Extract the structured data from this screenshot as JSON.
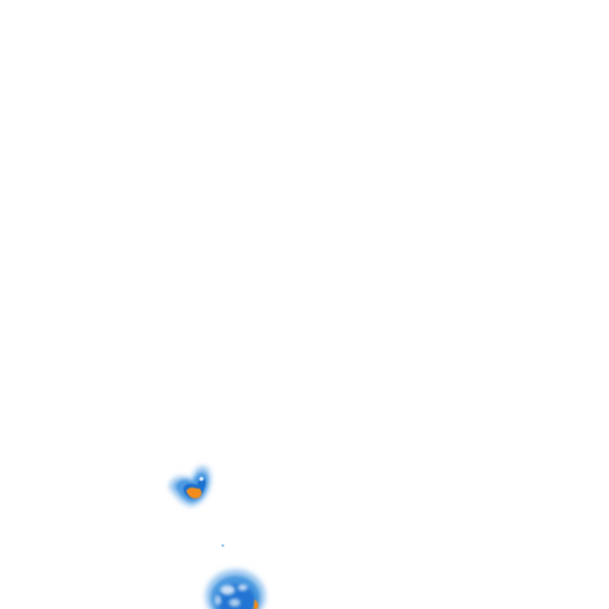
{
  "scene": {
    "background_color": "#ffffff",
    "blob_colors": {
      "light_blue": "#9cc8f0",
      "mid_blue": "#4a98e0",
      "deep_blue": "#1f6fd0",
      "highlight": "#e8f3fc",
      "orange": "#f08c1a"
    },
    "objects": [
      {
        "name": "heart-shaped-blob",
        "label": ""
      },
      {
        "name": "speck",
        "label": ""
      },
      {
        "name": "round-blob",
        "label": ""
      }
    ]
  }
}
